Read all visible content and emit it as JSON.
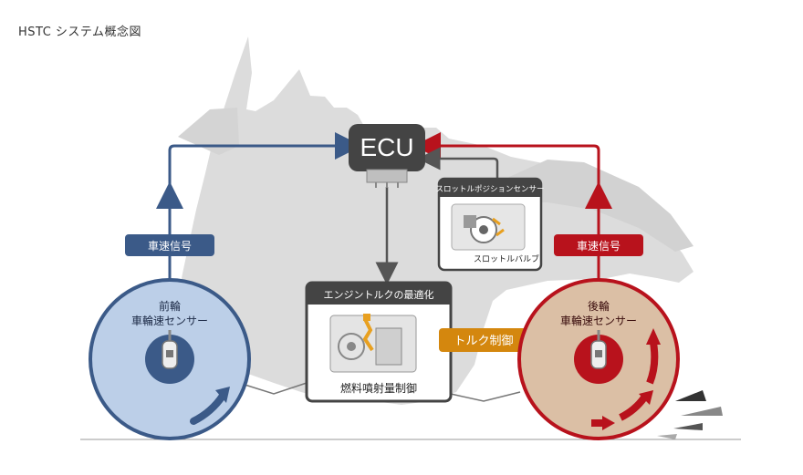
{
  "title": "HSTC システム概念図",
  "ecu": {
    "label": "ECU"
  },
  "throttle_sensor": {
    "title": "スロットルポジションセンサー",
    "caption": "スロットルバルブ"
  },
  "engine": {
    "title": "エンジントルクの最適化",
    "caption": "燃料噴射量制御"
  },
  "torque_control": {
    "label": "トルク制御"
  },
  "front": {
    "signal_label": "車速信号",
    "sensor_line1": "前輪",
    "sensor_line2": "車輪速センサー"
  },
  "rear": {
    "signal_label": "車速信号",
    "sensor_line1": "後輪",
    "sensor_line2": "車輪速センサー"
  },
  "colors": {
    "front_blue": "#3b5a88",
    "front_wheel_fill": "#bccfe8",
    "rear_red": "#b8121c",
    "rear_wheel_fill": "#dbbfa5",
    "ecu_gray": "#444444",
    "torque_orange": "#d4870e",
    "bike_silhouette": "#dcdcdc"
  }
}
